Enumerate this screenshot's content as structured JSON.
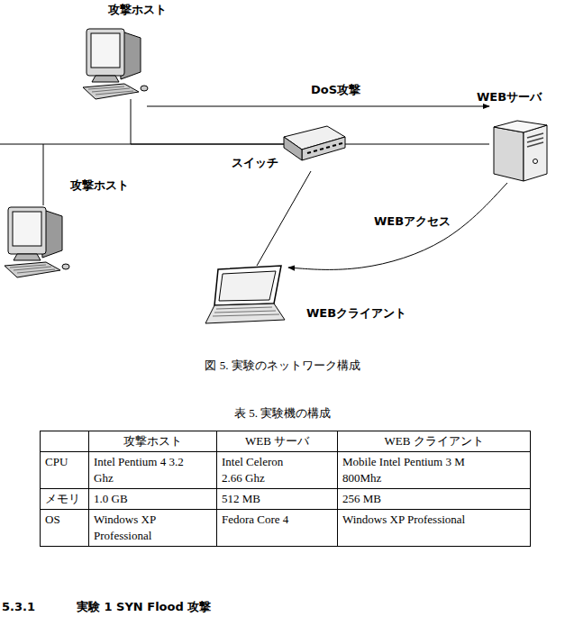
{
  "diagram": {
    "caption": "図 5. 実験のネットワーク構成",
    "nodes": [
      {
        "text": [
          "攻撃ホスト"
        ]
      },
      {
        "text": [
          "攻撃ホスト"
        ]
      },
      {
        "text": [
          "スイッチ"
        ]
      },
      {
        "text": [
          "WEBサーバ"
        ]
      },
      {
        "text": [
          "WEBクライアント"
        ]
      }
    ],
    "edges": [
      {
        "from": 0,
        "to": 3,
        "label": "DoS攻撃",
        "arrow": "to"
      },
      {
        "from": 0,
        "to": 2,
        "arrow": "none"
      },
      {
        "from": 1,
        "to": 2,
        "arrow": "none"
      },
      {
        "from": 2,
        "to": 3,
        "arrow": "none"
      },
      {
        "from": 2,
        "to": 4,
        "arrow": "none"
      },
      {
        "from": 3,
        "to": 4,
        "label": "WEBアクセス",
        "arrow": "to"
      }
    ],
    "labels": [
      "表 5. 実験機の構成",
      "攻撃ホスト",
      "WEB サーバ",
      "WEB クライアント",
      "CPU",
      "Intel Pentium 4 3.2 Ghz",
      "Intel Celeron 2.66 Ghz",
      "Mobile Intel Pentium 3 M 800Mhz",
      "メモリ",
      "1.0 GB",
      "512 MB",
      "256 MB",
      "OS",
      "Windows XP Professional",
      "Fedora Core 4",
      "Windows XP Professional",
      "5.3.1",
      "実験 1 SYN Flood 攻撃"
    ]
  }
}
